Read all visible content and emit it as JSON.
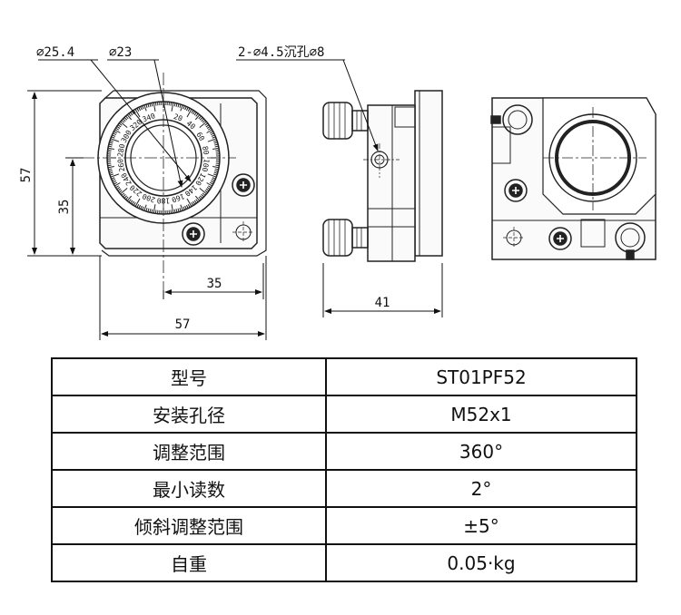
{
  "drawing": {
    "dims": {
      "d_outer": "⌀25.4",
      "d_inner": "⌀23",
      "hole_note": "2-⌀4.5沉孔⌀8",
      "height": "57",
      "center_height": "35",
      "center_width": "35",
      "width": "57",
      "depth": "41"
    },
    "dial_ticks": [
      "20",
      "40",
      "60",
      "80",
      "100",
      "120",
      "140",
      "160",
      "180",
      "200",
      "220",
      "240",
      "260",
      "280",
      "300",
      "320",
      "340"
    ]
  },
  "spec_table": {
    "rows": [
      {
        "label": "型号",
        "value": "ST01PF52"
      },
      {
        "label": "安装孔径",
        "value": "M52x1"
      },
      {
        "label": "调整范围",
        "value": "360°"
      },
      {
        "label": "最小读数",
        "value": "2°"
      },
      {
        "label": "倾斜调整范围",
        "value": "±5°"
      },
      {
        "label": "自重",
        "value": "0.05·kg"
      }
    ]
  }
}
